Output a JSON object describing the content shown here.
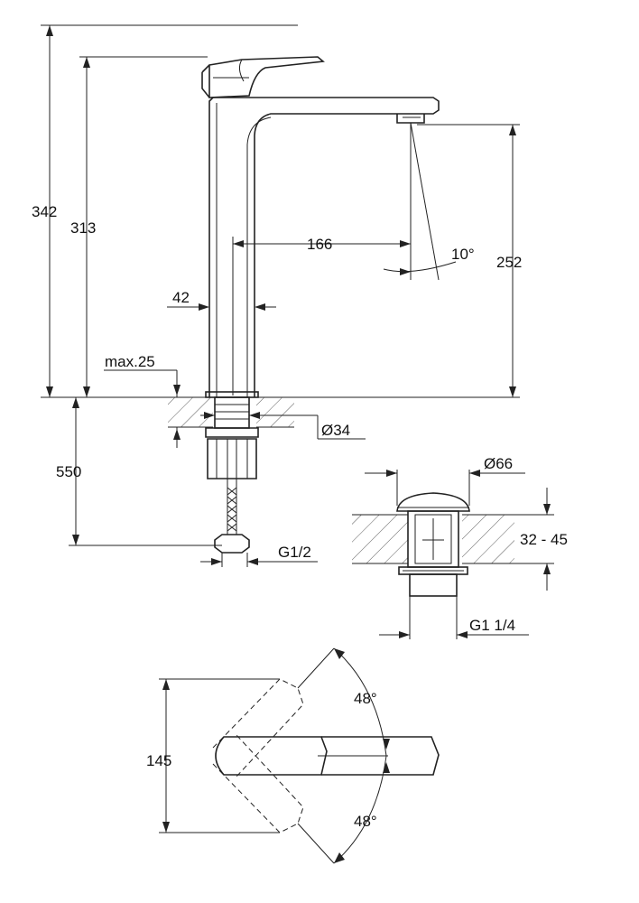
{
  "dimensions": {
    "total_height": "342",
    "lever_height": "313",
    "spout_reach": "166",
    "spout_angle": "10°",
    "outlet_height": "252",
    "body_width": "42",
    "max_deck": "max.25",
    "mount_hole": "Ø34",
    "hose_length": "550",
    "inlet_thread": "G1/2",
    "waste_diameter": "Ø66",
    "basin_thickness": "32 - 45",
    "waste_thread": "G1 1/4",
    "lever_swing_depth": "145",
    "lever_angle_left": "48°",
    "lever_angle_right": "48°"
  }
}
